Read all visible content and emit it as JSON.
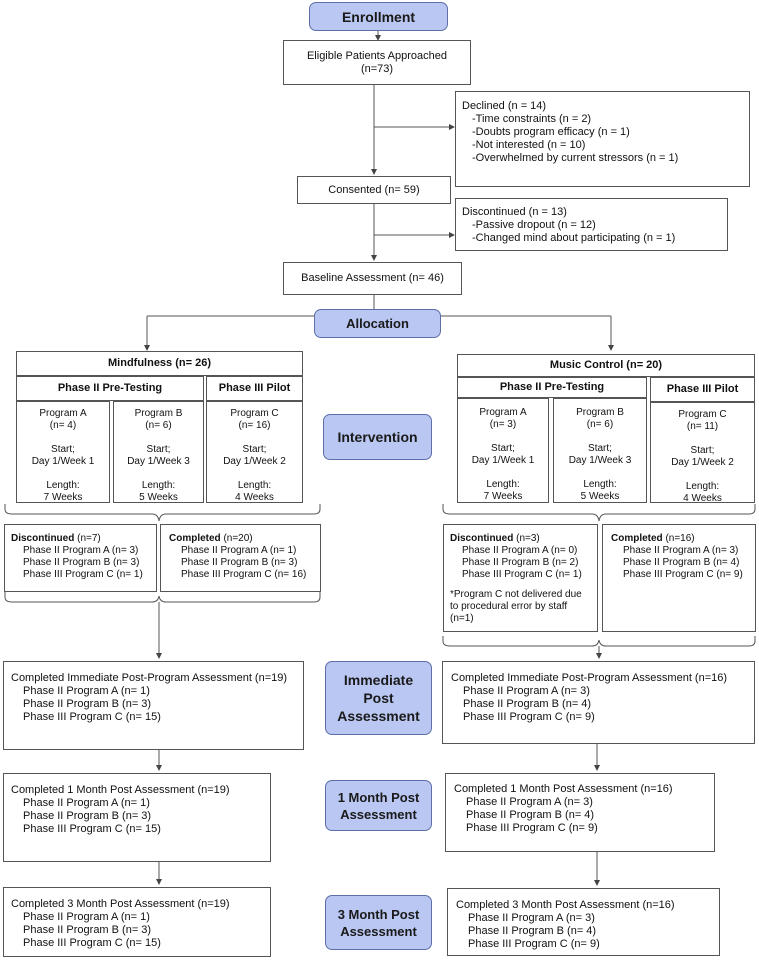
{
  "stages": {
    "enrollment": "Enrollment",
    "allocation": "Allocation",
    "intervention": "Intervention",
    "immediate_lines": [
      "Immediate",
      "Post",
      "Assessment"
    ],
    "one_month_lines": [
      "1 Month Post",
      "Assessment"
    ],
    "three_month_lines": [
      "3 Month Post",
      "Assessment"
    ]
  },
  "eligible": {
    "line1": "Eligible Patients Approached",
    "line2": "(n=73)"
  },
  "declined": {
    "title": "Declined (n = 14)",
    "items": [
      "-Time constraints (n = 2)",
      "-Doubts program efficacy (n = 1)",
      "-Not interested (n = 10)",
      "-Overwhelmed by current stressors (n = 1)"
    ]
  },
  "consented": "Consented (n= 59)",
  "discontinued_pre": {
    "title": "Discontinued (n = 13)",
    "items": [
      "-Passive dropout (n = 12)",
      "-Changed mind about participating (n = 1)"
    ]
  },
  "baseline": "Baseline Assessment (n= 46)",
  "mindfulness": {
    "title": "Mindfulness (n= 26)",
    "phase2": "Phase II Pre-Testing",
    "phase3": "Phase III Pilot",
    "programs": [
      {
        "name": "Program A",
        "n": "(n= 4)",
        "start1": "Start;",
        "start2": "Day 1/Week 1",
        "len1": "Length:",
        "len2": "7 Weeks"
      },
      {
        "name": "Program B",
        "n": "(n= 6)",
        "start1": "Start;",
        "start2": "Day 1/Week 3",
        "len1": "Length:",
        "len2": "5 Weeks"
      },
      {
        "name": "Program C",
        "n": "(n= 16)",
        "start1": "Start;",
        "start2": "Day 1/Week 2",
        "len1": "Length:",
        "len2": "4 Weeks"
      }
    ],
    "discontinued": {
      "title": "Discontinued",
      "count": " (n=7)",
      "items": [
        "Phase II Program A (n= 3)",
        "Phase II Program B (n= 3)",
        "Phase III Program C (n= 1)"
      ]
    },
    "completed": {
      "title": "Completed",
      "count": " (n=20)",
      "items": [
        "Phase II Program A (n= 1)",
        "Phase II Program B (n= 3)",
        "Phase III Program C (n= 16)"
      ]
    },
    "immediate": {
      "title": "Completed Immediate Post-Program Assessment (n=19)",
      "items": [
        "Phase II Program A (n= 1)",
        "Phase II Program B (n= 3)",
        "Phase III Program C (n= 15)"
      ]
    },
    "one_month": {
      "title": "Completed 1 Month Post Assessment (n=19)",
      "items": [
        "Phase II Program A (n= 1)",
        "Phase II Program B (n= 3)",
        "Phase III Program C (n= 15)"
      ]
    },
    "three_month": {
      "title": "Completed 3 Month Post Assessment (n=19)",
      "items": [
        "Phase II Program A (n= 1)",
        "Phase II Program B (n= 3)",
        "Phase III Program C (n= 15)"
      ]
    }
  },
  "music": {
    "title": "Music Control (n= 20)",
    "phase2": "Phase II Pre-Testing",
    "phase3": "Phase III Pilot",
    "programs": [
      {
        "name": "Program A",
        "n": "(n= 3)",
        "start1": "Start;",
        "start2": "Day 1/Week 1",
        "len1": "Length:",
        "len2": "7 Weeks"
      },
      {
        "name": "Program B",
        "n": "(n= 6)",
        "start1": "Start;",
        "start2": "Day 1/Week 3",
        "len1": "Length:",
        "len2": "5 Weeks"
      },
      {
        "name": "Program C",
        "n": "(n= 11)",
        "start1": "Start;",
        "start2": "Day 1/Week 2",
        "len1": "Length:",
        "len2": "4 Weeks"
      }
    ],
    "discontinued": {
      "title": "Discontinued",
      "count": " (n=3)",
      "items": [
        "Phase II Program A (n= 0)",
        "Phase II Program B (n= 2)",
        "Phase III Program C (n= 1)"
      ],
      "note": [
        "*Program C not delivered due",
        "to procedural error by staff",
        "(n=1)"
      ]
    },
    "completed": {
      "title": "Completed",
      "count": " (n=16)",
      "items": [
        "Phase II Program A (n= 3)",
        "Phase II Program B (n= 4)",
        "Phase III Program C (n= 9)"
      ]
    },
    "immediate": {
      "title": "Completed Immediate Post-Program Assessment (n=16)",
      "items": [
        "Phase II Program A (n= 3)",
        "Phase II Program B (n= 4)",
        "Phase III Program C (n= 9)"
      ]
    },
    "one_month": {
      "title": "Completed 1 Month Post Assessment (n=16)",
      "items": [
        "Phase II Program A (n= 3)",
        "Phase II Program B (n= 4)",
        "Phase III Program C (n= 9)"
      ]
    },
    "three_month": {
      "title": "Completed 3 Month Post Assessment (n=16)",
      "items": [
        "Phase II Program A (n= 3)",
        "Phase II Program B (n= 4)",
        "Phase III Program C (n= 9)"
      ]
    }
  }
}
